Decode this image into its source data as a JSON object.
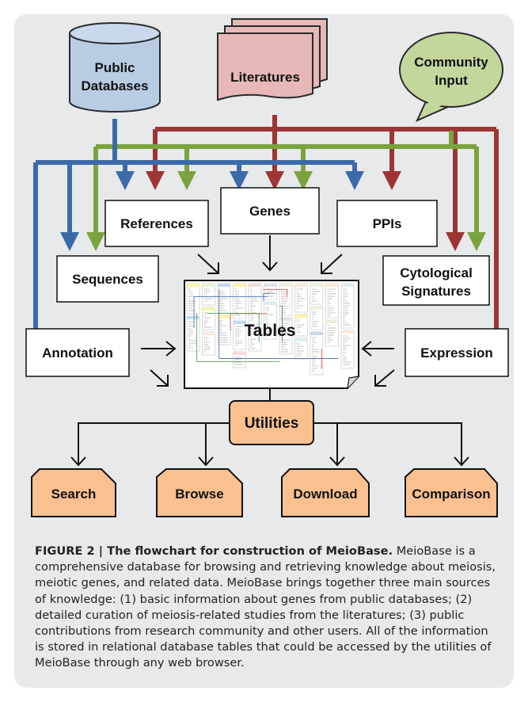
{
  "diagram": {
    "sources": {
      "public_databases": [
        "Public",
        "Databases"
      ],
      "literatures": "Literatures",
      "community_input": [
        "Community",
        "Input"
      ]
    },
    "nodes": {
      "references": "References",
      "genes": "Genes",
      "ppis": "PPIs",
      "sequences": "Sequences",
      "cytological_signatures": [
        "Cytological",
        "Signatures"
      ],
      "annotation": "Annotation",
      "expression": "Expression",
      "tables": "Tables",
      "utilities": "Utilities"
    },
    "outputs": [
      "Search",
      "Browse",
      "Download",
      "Comparison"
    ],
    "colors": {
      "blue": "#3c6aa8",
      "green": "#7aa33f",
      "red": "#9e3535",
      "db_fill": "#b8cce4",
      "lit_fill": "#e6b8b7",
      "community_fill": "#c3d69b",
      "utility_fill": "#fac090"
    }
  },
  "caption": {
    "title": "FIGURE 2 | The flowchart for construction of MeioBase.",
    "body": "MeioBase is a comprehensive database for browsing and retrieving knowledge about meiosis, meiotic genes, and related data. MeioBase brings together three main sources of knowledge: (1) basic information about genes from public databases; (2) detailed curation of meiosis-related studies from the literatures; (3) public contributions from research community and other users. All of the information is stored in relational database tables that could be accessed by the utilities of MeioBase through any web browser."
  }
}
